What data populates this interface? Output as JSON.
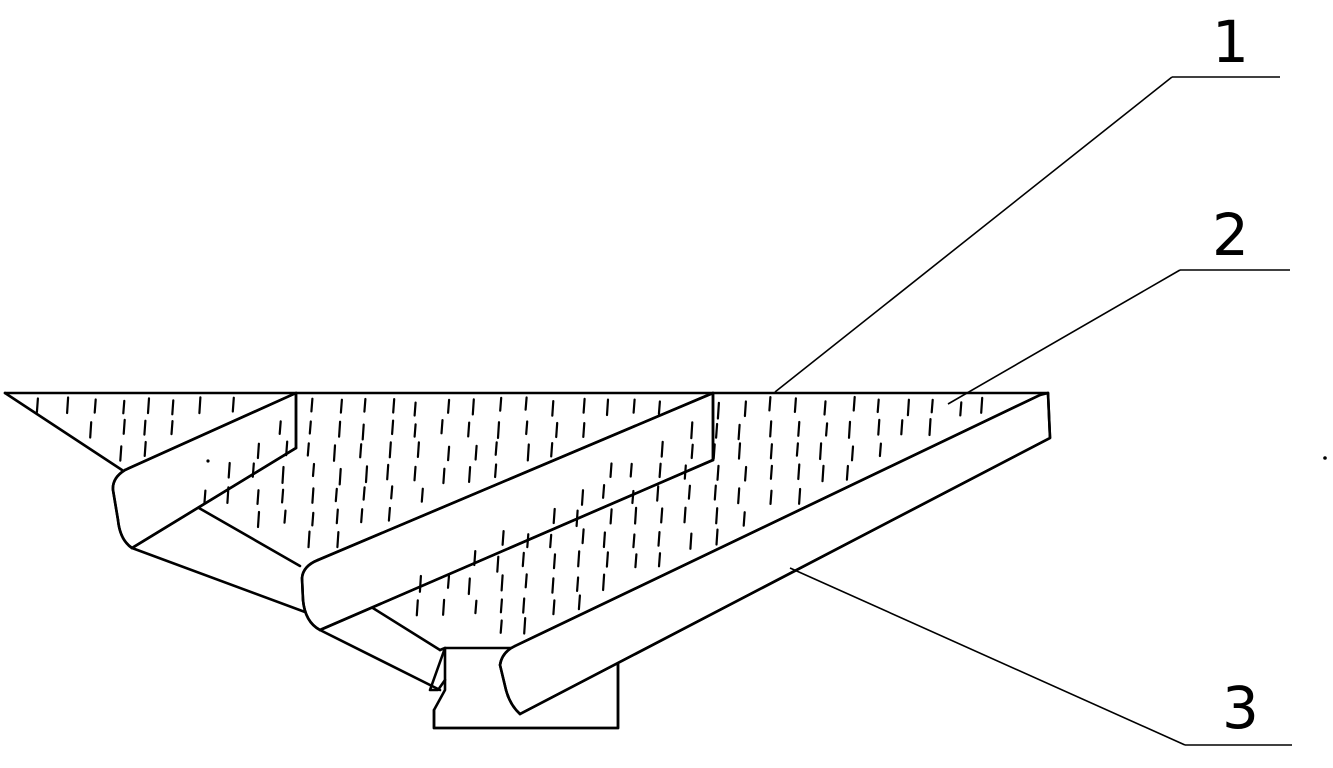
{
  "figure": {
    "labels": [
      {
        "id": "1",
        "text": "1"
      },
      {
        "id": "2",
        "text": "2"
      },
      {
        "id": "3",
        "text": "3"
      }
    ],
    "colors": {
      "line": "#000000",
      "background": "#ffffff"
    }
  }
}
